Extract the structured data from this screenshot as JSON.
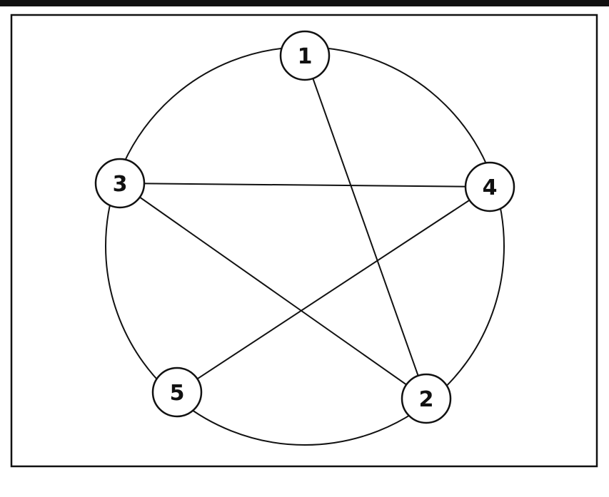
{
  "diagram": {
    "nodes": [
      {
        "id": "1",
        "label": "1"
      },
      {
        "id": "2",
        "label": "2"
      },
      {
        "id": "3",
        "label": "3"
      },
      {
        "id": "4",
        "label": "4"
      },
      {
        "id": "5",
        "label": "5"
      }
    ],
    "cycle_edges": [
      [
        "1",
        "4"
      ],
      [
        "4",
        "2"
      ],
      [
        "2",
        "5"
      ],
      [
        "5",
        "3"
      ],
      [
        "3",
        "1"
      ]
    ],
    "chord_edges": [
      [
        "1",
        "2"
      ],
      [
        "3",
        "4"
      ],
      [
        "3",
        "2"
      ],
      [
        "5",
        "4"
      ]
    ],
    "colors": {
      "stroke": "#111111",
      "node_fill": "#ffffff",
      "background": "#ffffff"
    }
  }
}
